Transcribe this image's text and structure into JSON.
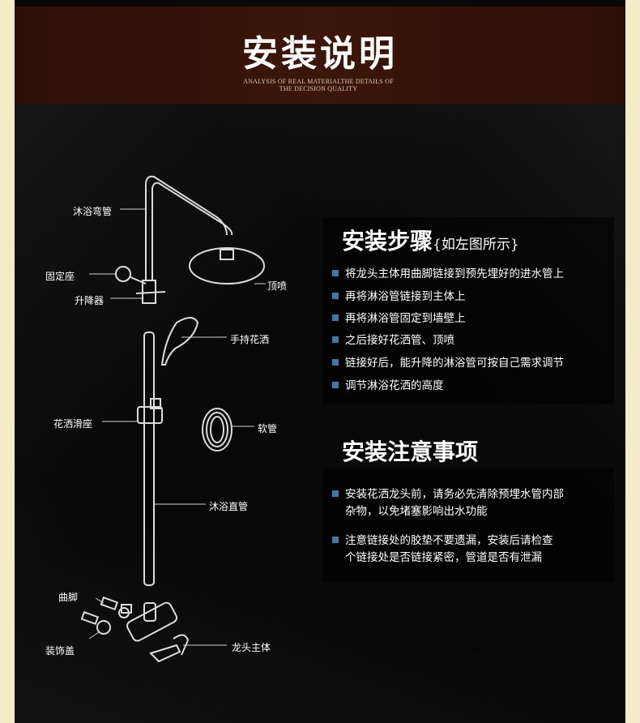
{
  "header": {
    "title": "安装说明",
    "subtitle_line1": "ANALYSIS OF REAL MATERIALTHE DETAILS OF",
    "subtitle_line2": "THE DECISION QUALITY"
  },
  "diagram": {
    "labels": {
      "bend_pipe": "沐浴弯管",
      "fixed_seat": "固定座",
      "lifter": "升降器",
      "top_spray": "顶喷",
      "hand_shower": "手持花洒",
      "shower_slider": "花洒滑座",
      "hose": "软管",
      "straight_pipe": "沐浴直管",
      "curved_foot": "曲脚",
      "decor_cover": "装饰盖",
      "faucet_body": "龙头主体"
    }
  },
  "steps": {
    "title": "安装步骤",
    "title_suffix": "{如左图所示}",
    "items": [
      "将龙头主体用曲脚链接到预先埋好的进水管上",
      "再将淋浴管链接到主体上",
      "再将淋浴管固定到墙壁上",
      "之后接好花洒管、顶喷",
      "链接好后，能升降的淋浴管可按自己需求调节",
      "调节淋浴花洒的高度"
    ]
  },
  "notes": {
    "title": "安装注意事项",
    "items": [
      {
        "line1": "安装花洒龙头前，请务必先清除预埋水管内部",
        "line2": "杂物，以免堵塞影响出水功能"
      },
      {
        "line1": "注意链接处的胶垫不要遗漏，安装后请检查",
        "line2": "个链接处是否链接紧密，管道是否有泄漏"
      }
    ]
  },
  "colors": {
    "background": "#f4ecc6",
    "header": "#3c1608",
    "bullet": "#3f78a8"
  }
}
